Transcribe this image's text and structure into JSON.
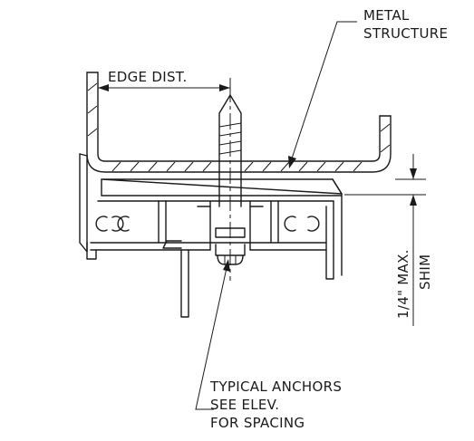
{
  "labels": {
    "metal_structure_line1": "METAL",
    "metal_structure_line2": "STRUCTURE",
    "edge_dist": "EDGE DIST.",
    "max_dim": "1/4\" MAX.",
    "shim": "SHIM",
    "anchors_line1": "TYPICAL ANCHORS",
    "anchors_line2": "SEE ELEV.",
    "anchors_line3": "FOR SPACING"
  }
}
